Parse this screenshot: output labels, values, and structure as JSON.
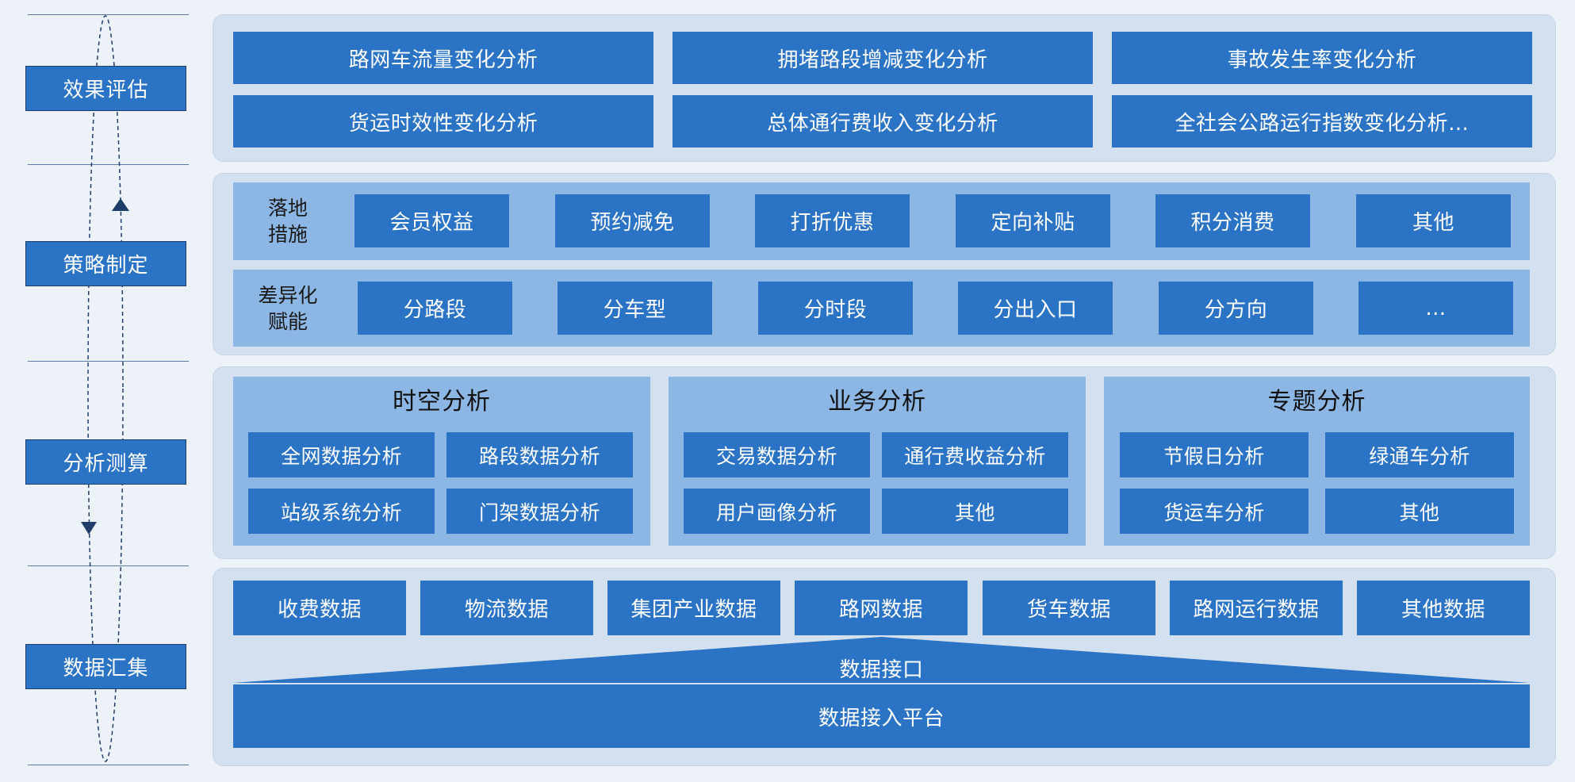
{
  "colors": {
    "background": "#edf2f9",
    "panel": "#d3e0ef",
    "band": "#8cb6e3",
    "box": "#2a73c5",
    "box_text": "#ffffff",
    "cycle_line": "#1f3d6b"
  },
  "icons": [
    "arrow-up-icon",
    "arrow-down-icon"
  ],
  "stages": [
    "效果评估",
    "策略制定",
    "分析测算",
    "数据汇集"
  ],
  "evaluation": {
    "row1": [
      "路网车流量变化分析",
      "拥堵路段增减变化分析",
      "事故发生率变化分析"
    ],
    "row2": [
      "货运时效性变化分析",
      "总体通行费收入变化分析",
      "全社会公路运行指数变化分析…"
    ]
  },
  "strategy": {
    "measures": {
      "label_line1": "落地",
      "label_line2": "措施",
      "items": [
        "会员权益",
        "预约减免",
        "打折优惠",
        "定向补贴",
        "积分消费",
        "其他"
      ]
    },
    "differentiation": {
      "label_line1": "差异化",
      "label_line2": "赋能",
      "items": [
        "分路段",
        "分车型",
        "分时段",
        "分出入口",
        "分方向",
        "…"
      ]
    }
  },
  "analysis": {
    "groups": [
      {
        "title": "时空分析",
        "items": [
          "全网数据分析",
          "路段数据分析",
          "站级系统分析",
          "门架数据分析"
        ]
      },
      {
        "title": "业务分析",
        "items": [
          "交易数据分析",
          "通行费收益分析",
          "用户画像分析",
          "其他"
        ]
      },
      {
        "title": "专题分析",
        "items": [
          "节假日分析",
          "绿通车分析",
          "货运车分析",
          "其他"
        ]
      }
    ]
  },
  "data_collection": {
    "sources": [
      "收费数据",
      "物流数据",
      "集团产业数据",
      "路网数据",
      "货车数据",
      "路网运行数据",
      "其他数据"
    ],
    "interface": "数据接口",
    "platform": "数据接入平台"
  }
}
